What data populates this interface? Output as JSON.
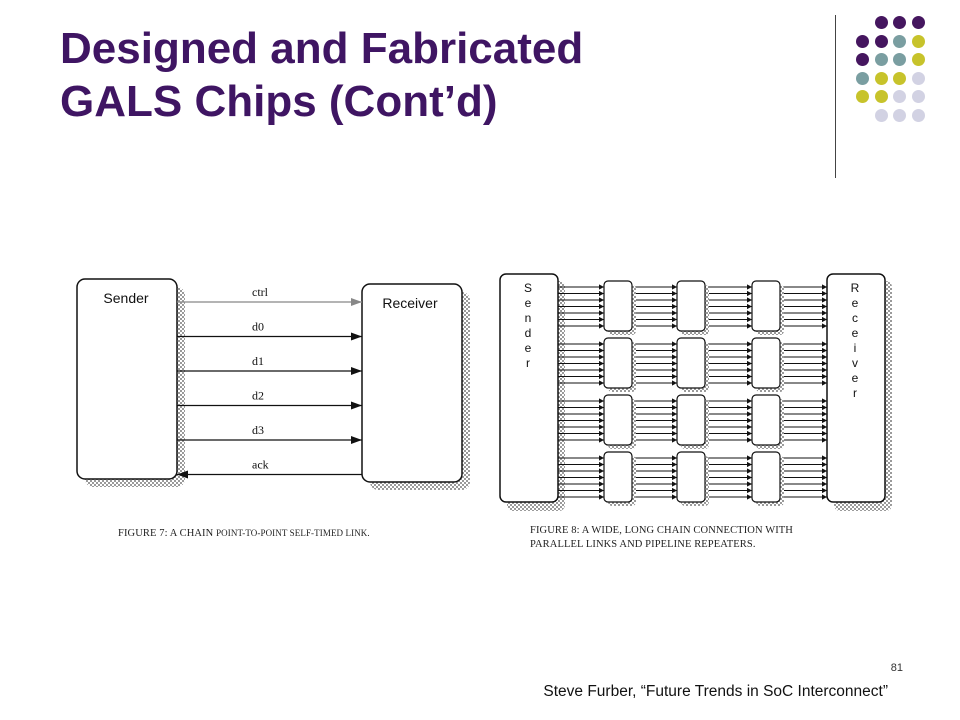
{
  "slide": {
    "title_line1": "Designed and Fabricated",
    "title_line2": "GALS Chips (Cont’d)",
    "slide_number": "81",
    "footer_citation": "Steve Furber, “Future Trends in SoC Interconnect”"
  },
  "theme": {
    "title_color": "#3f1563",
    "dot_colors": {
      "purple": "#45165f",
      "teal": "#7a9ea1",
      "olive": "#c7c32b",
      "lavender": "#d2d2e3"
    },
    "dot_rows": [
      [
        "purple",
        "purple",
        "purple"
      ],
      [
        "purple",
        "purple",
        "teal",
        "olive"
      ],
      [
        "purple",
        "teal",
        "teal",
        "olive"
      ],
      [
        "teal",
        "olive",
        "olive",
        "lavender"
      ],
      [
        "olive",
        "olive",
        "lavender",
        "lavender"
      ],
      [
        "lavender",
        "lavender",
        "lavender"
      ]
    ]
  },
  "figure7": {
    "sender_label": "Sender",
    "receiver_label": "Receiver",
    "signals": [
      {
        "label": "ctrl",
        "direction": "right",
        "gray": true
      },
      {
        "label": "d0",
        "direction": "right",
        "gray": false
      },
      {
        "label": "d1",
        "direction": "right",
        "gray": false
      },
      {
        "label": "d2",
        "direction": "right",
        "gray": false
      },
      {
        "label": "d3",
        "direction": "right",
        "gray": false
      },
      {
        "label": "ack",
        "direction": "left",
        "gray": false
      }
    ],
    "caption_prefix": "FIGURE 7: A CHAIN ",
    "caption_rest": "POINT-TO-POINT SELF-TIMED LINK."
  },
  "figure8": {
    "sender_label": "Sender",
    "receiver_label": "Receiver",
    "link_groups": 4,
    "repeater_columns": 3,
    "caption_line1": "FIGURE 8: A WIDE, LONG CHAIN CONNECTION WITH",
    "caption_line2": "PARALLEL LINKS AND PIPELINE REPEATERS."
  }
}
